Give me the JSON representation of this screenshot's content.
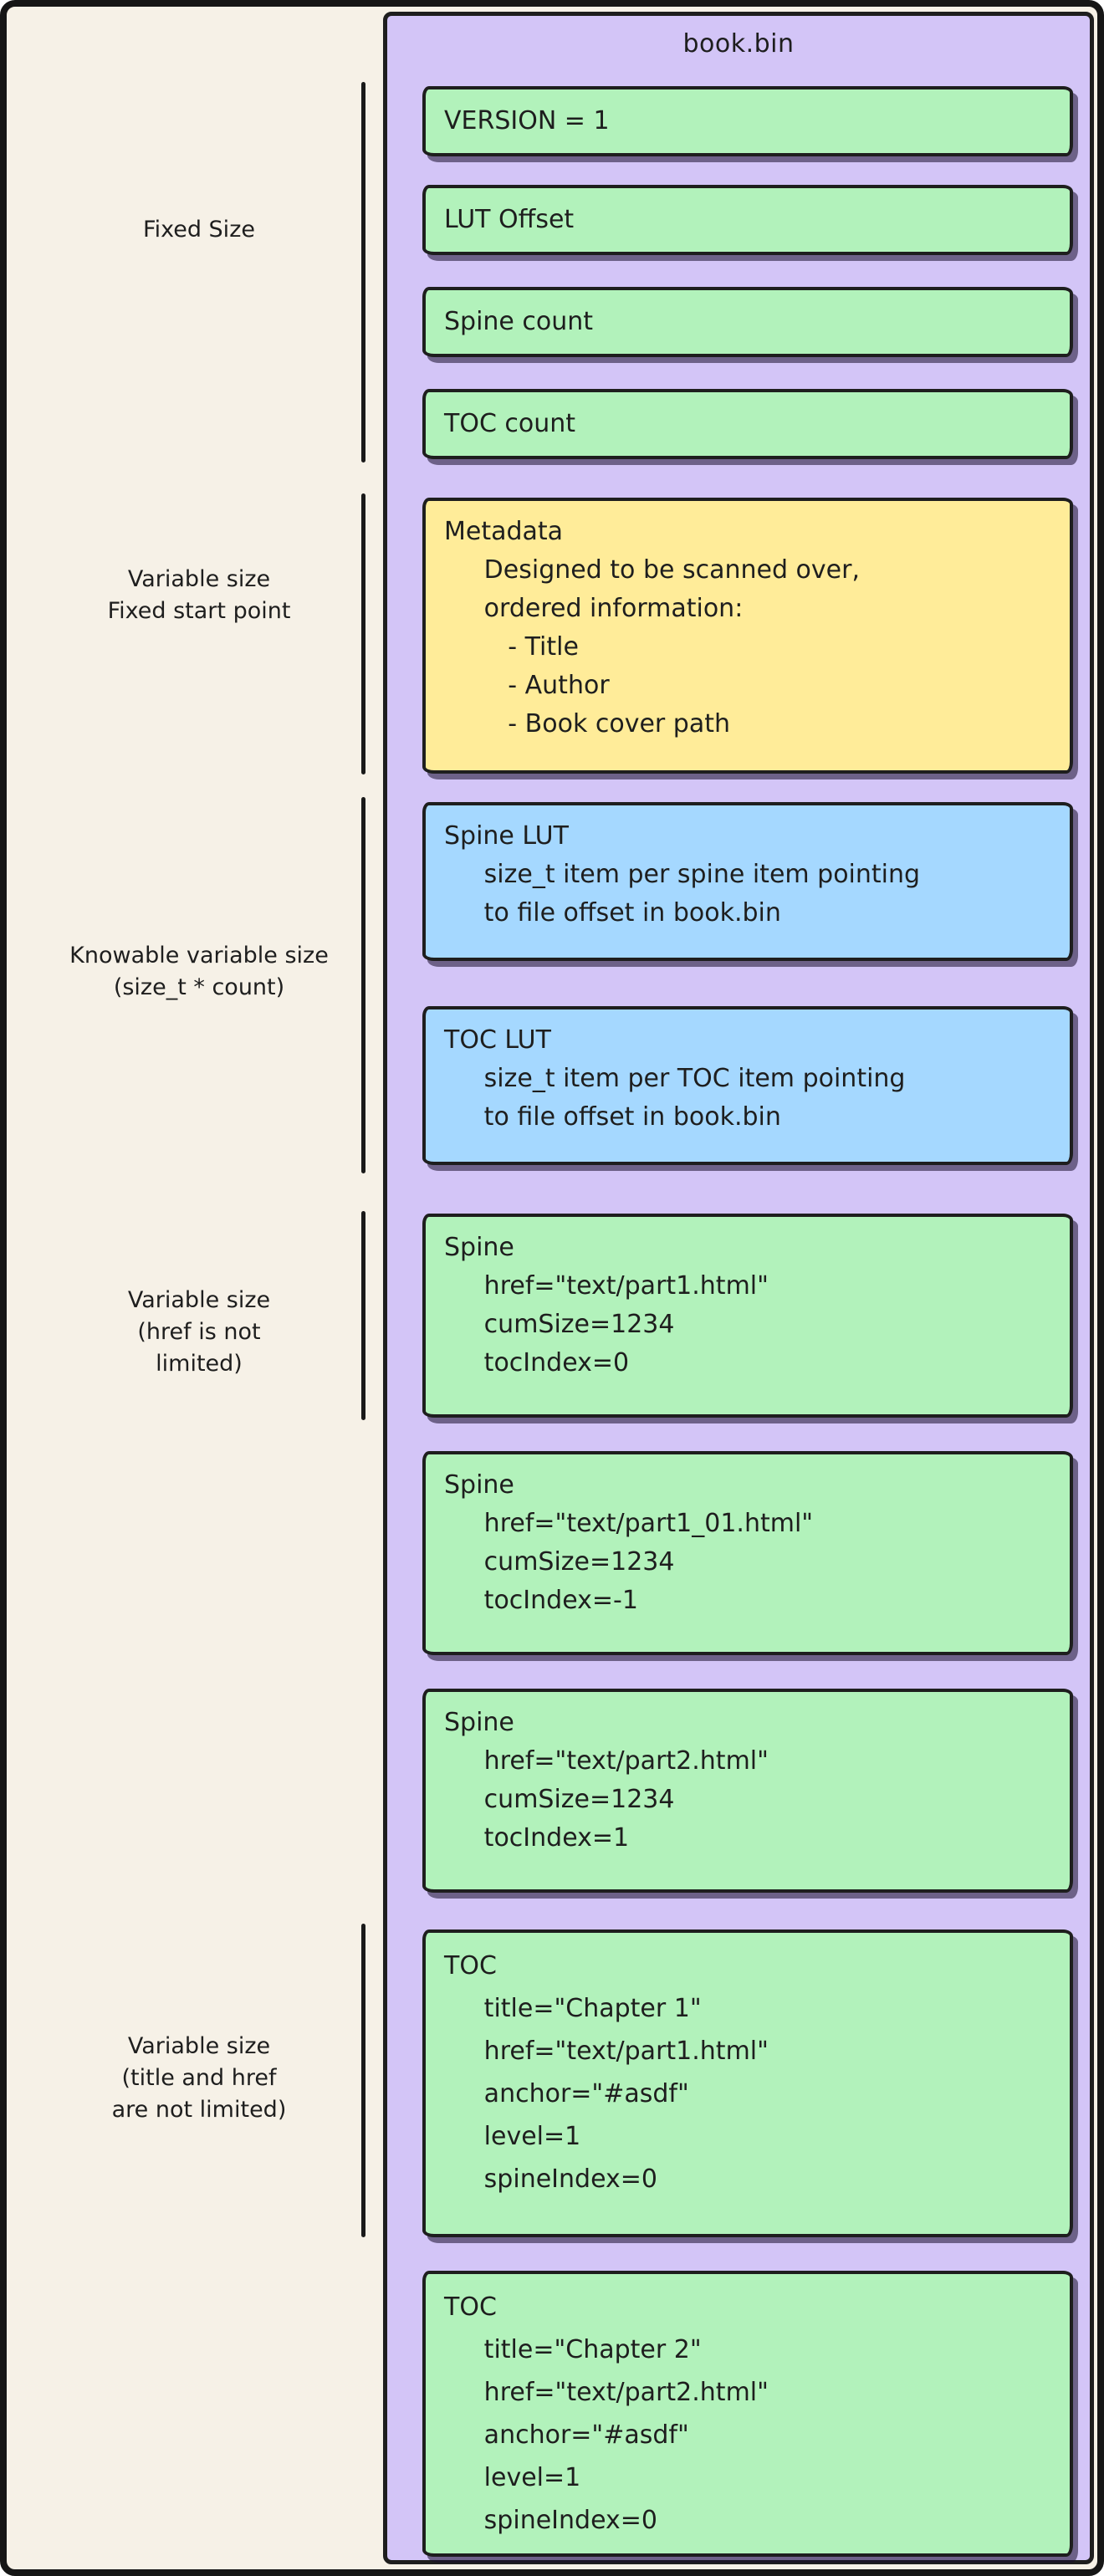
{
  "diagram": {
    "title": "book.bin",
    "colors": {
      "canvas_bg": "#f6f1e7",
      "panel_bg": "#d3c5f7",
      "green": "#b2f2bb",
      "yellow": "#ffec99",
      "blue": "#a5d8ff",
      "stroke": "#1e1e1e"
    },
    "labels": [
      {
        "lines": [
          "Fixed Size",
          "",
          ""
        ]
      },
      {
        "lines": [
          "Variable size",
          "Fixed start point",
          ""
        ]
      },
      {
        "lines": [
          "Knowable variable size",
          "(size_t * count)",
          ""
        ]
      },
      {
        "lines": [
          "Variable size",
          "(href is not",
          "limited)"
        ]
      },
      {
        "lines": [
          "Variable size",
          "(title and href",
          "are not limited)"
        ]
      }
    ],
    "blocks": [
      {
        "color": "green",
        "lines": [
          "VERSION = 1"
        ]
      },
      {
        "color": "green",
        "lines": [
          "LUT Offset"
        ]
      },
      {
        "color": "green",
        "lines": [
          "Spine count"
        ]
      },
      {
        "color": "green",
        "lines": [
          "TOC count"
        ]
      },
      {
        "color": "yellow",
        "lines": [
          "Metadata",
          "     Designed to be scanned over,",
          "     ordered information:",
          "        - Title",
          "        - Author",
          "        - Book cover path"
        ]
      },
      {
        "color": "blue",
        "lines": [
          "Spine LUT",
          "     size_t item per spine item pointing",
          "     to file offset in book.bin"
        ]
      },
      {
        "color": "blue",
        "lines": [
          "TOC LUT",
          "     size_t item per TOC item pointing",
          "     to file offset in book.bin"
        ]
      },
      {
        "color": "green",
        "lines": [
          "Spine",
          "     href=\"text/part1.html\"",
          "     cumSize=1234",
          "     tocIndex=0"
        ]
      },
      {
        "color": "green",
        "lines": [
          "Spine",
          "     href=\"text/part1_01.html\"",
          "     cumSize=1234",
          "     tocIndex=-1"
        ]
      },
      {
        "color": "green",
        "lines": [
          "Spine",
          "     href=\"text/part2.html\"",
          "     cumSize=1234",
          "     tocIndex=1"
        ]
      },
      {
        "color": "green",
        "lines": [
          "TOC",
          "     title=\"Chapter 1\"",
          "     href=\"text/part1.html\"",
          "     anchor=\"#asdf\"",
          "     level=1",
          "     spineIndex=0"
        ]
      },
      {
        "color": "green",
        "lines": [
          "TOC",
          "     title=\"Chapter 2\"",
          "     href=\"text/part2.html\"",
          "     anchor=\"#asdf\"",
          "     level=1",
          "     spineIndex=0"
        ]
      }
    ]
  }
}
